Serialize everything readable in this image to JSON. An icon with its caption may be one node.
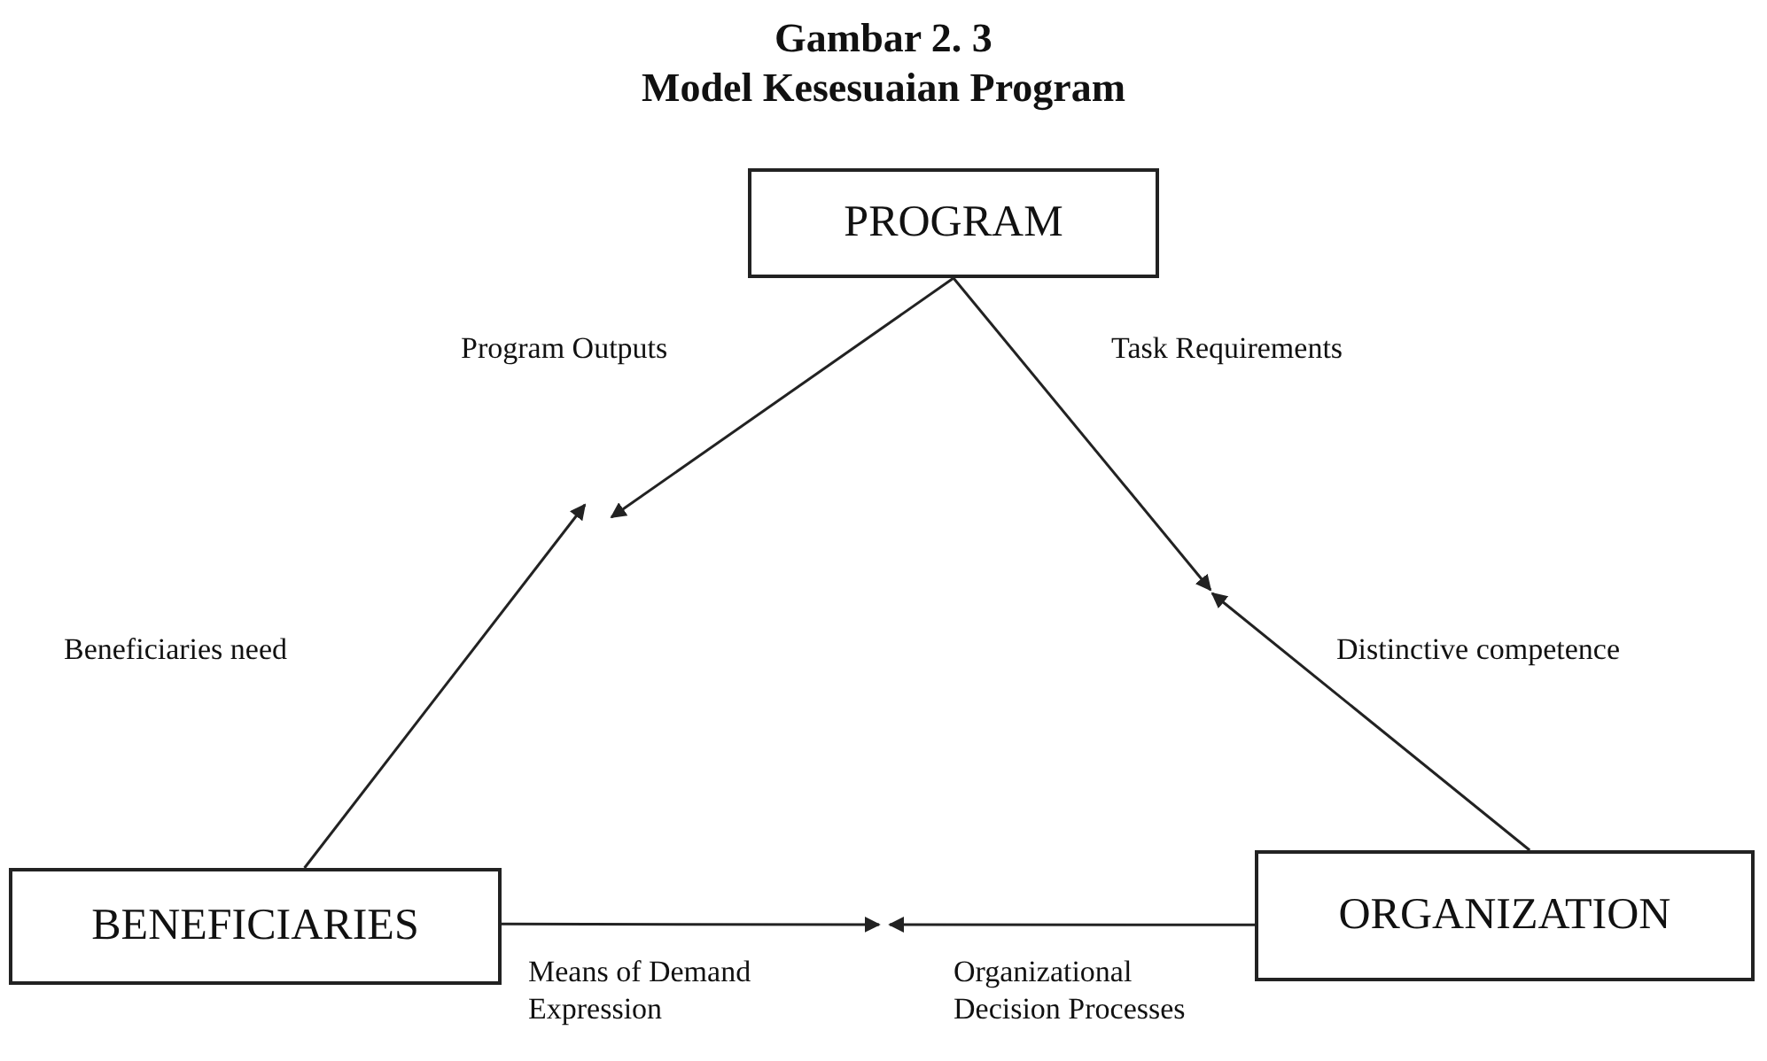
{
  "diagram": {
    "title": "Gambar 2. 3",
    "nodes": [
      {
        "text": [
          "PROGRAM"
        ]
      },
      {
        "text": [
          "BENEFICIARIES"
        ]
      },
      {
        "text": [
          "ORGANIZATION"
        ]
      }
    ],
    "edges": [
      {
        "from": 0,
        "to": null,
        "arrow": "to",
        "label": "Program Outputs"
      },
      {
        "from": 0,
        "to": null,
        "arrow": "to",
        "label": "Task Requirements"
      },
      {
        "from": 1,
        "to": null,
        "arrow": "to",
        "label": "Beneficiaries need"
      },
      {
        "from": 2,
        "to": null,
        "arrow": "to",
        "label": "Distinctive competence"
      },
      {
        "from": 1,
        "to": null,
        "arrow": "to",
        "label": "Means of Demand Expression"
      },
      {
        "from": 2,
        "to": null,
        "arrow": "to",
        "label": "Organizational Decision Processes"
      }
    ],
    "labels": [
      "Model Kesesuaian Program"
    ]
  }
}
